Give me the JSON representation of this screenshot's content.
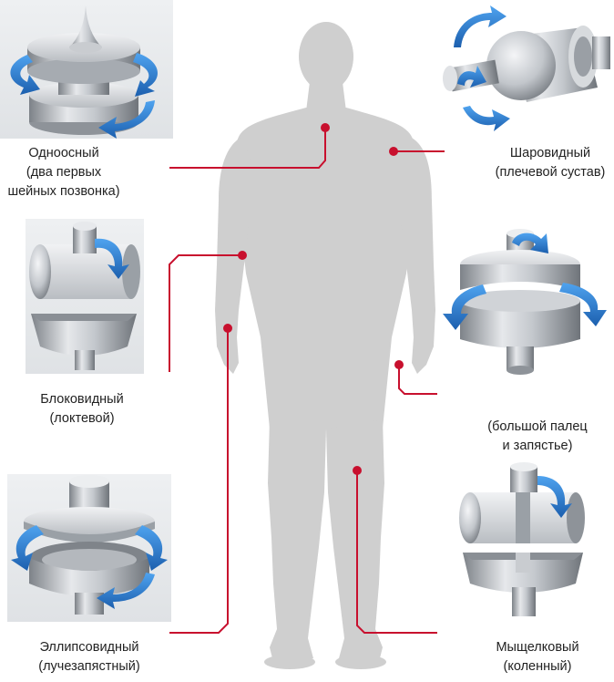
{
  "joints": {
    "uniaxial": {
      "line1": "Одноосный",
      "line2": "(два первых",
      "line3": "шейных позвонка)",
      "icon": "pivot-joint-model-icon"
    },
    "ball": {
      "line1": "Шаровидный",
      "line2": "(плечевой сустав)",
      "icon": "ball-joint-model-icon"
    },
    "hinge": {
      "line1": "Блоковидный",
      "line2": "(локтевой)",
      "icon": "hinge-joint-model-icon"
    },
    "saddle": {
      "line1": "(большой палец",
      "line2": "и запястье)",
      "icon": "saddle-joint-model-icon"
    },
    "ellipsoid": {
      "line1": "Эллипсовидный",
      "line2": "(лучезапястный)",
      "icon": "ellipsoid-joint-model-icon"
    },
    "condylar": {
      "line1": "Мыщелковый",
      "line2": "(коленный)",
      "icon": "condylar-joint-model-icon"
    }
  },
  "colors": {
    "leader_line": "#c8102e",
    "body_silhouette": "#cfcfcf",
    "rotation_arrow": "#2a7fd0",
    "model_metal": "#b8bcc2"
  }
}
